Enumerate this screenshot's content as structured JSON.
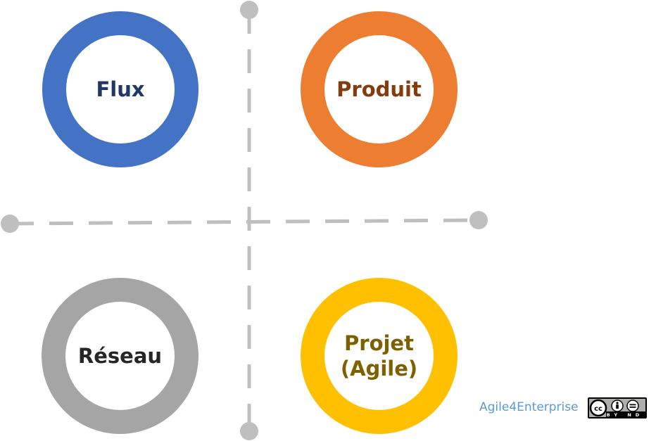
{
  "quadrants": {
    "flux": {
      "label": "Flux",
      "ring_color": "#4472C4",
      "text_color": "#203864"
    },
    "produit": {
      "label": "Produit",
      "ring_color": "#ED7D31",
      "text_color": "#843C0C"
    },
    "reseau": {
      "label": "Réseau",
      "ring_color": "#A5A5A5",
      "text_color": "#262626"
    },
    "projet": {
      "label": "Projet\n(Agile)",
      "ring_color": "#FFC000",
      "text_color": "#7F6000"
    }
  },
  "axes": {
    "color": "#BFBFBF",
    "style": "dashed"
  },
  "footer": {
    "brand": "Agile4Enterprise",
    "brand_color": "#5B9BD5",
    "license_badge": {
      "icon": "cc-by-nd-icon",
      "text": "BY ND"
    }
  }
}
